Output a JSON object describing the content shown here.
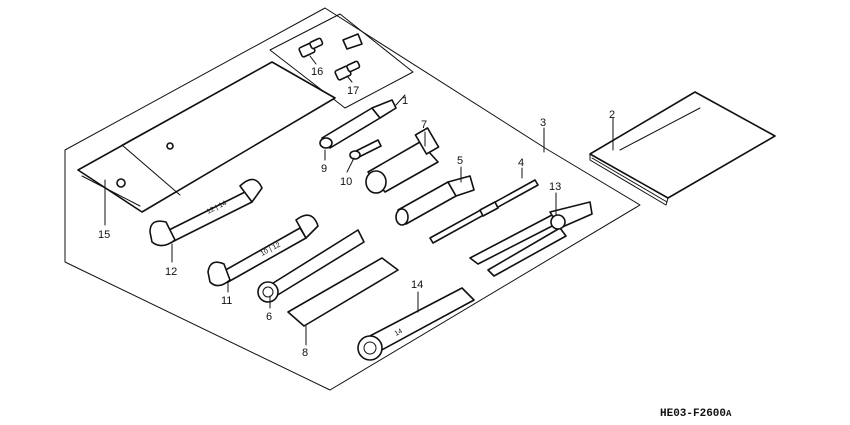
{
  "diagram": {
    "drawing_code": "HE03-F2600",
    "drawing_code_suffix": "A",
    "callouts": [
      "1",
      "2",
      "3",
      "4",
      "5",
      "6",
      "7",
      "8",
      "9",
      "10",
      "11",
      "12",
      "13",
      "14",
      "15",
      "16",
      "17"
    ]
  }
}
